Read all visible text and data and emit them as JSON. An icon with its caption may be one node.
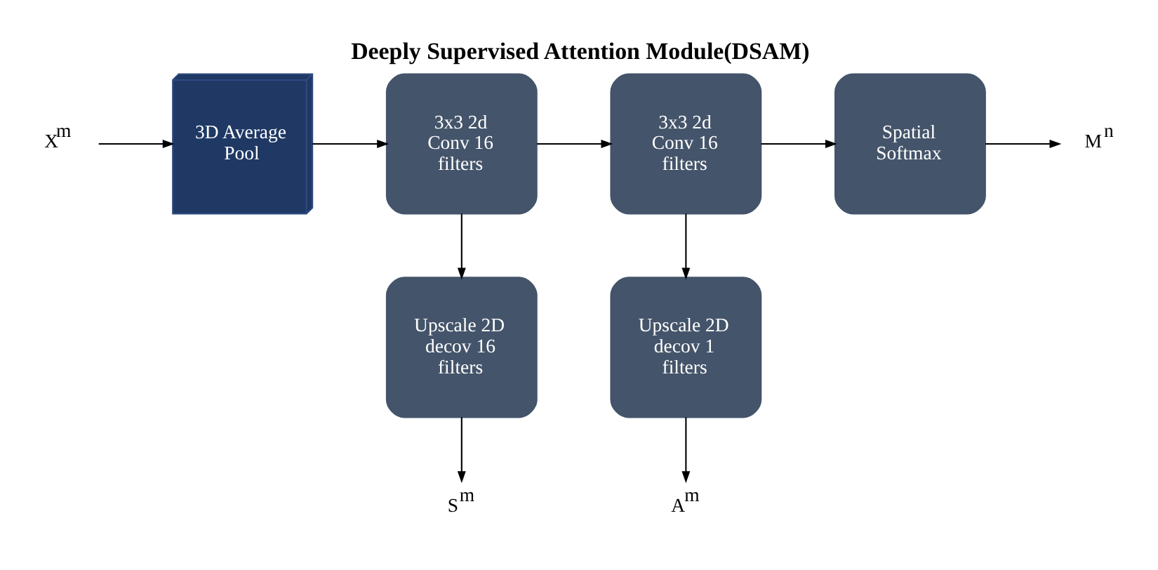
{
  "diagram": {
    "title": "Deeply Supervised Attention Module(DSAM)",
    "nodes": [
      {
        "text": [
          "X$^{m}$"
        ]
      },
      {
        "text": [
          "3D Average Pool"
        ]
      },
      {
        "text": [
          "3x3 2d Conv 16 filters"
        ]
      },
      {
        "text": [
          "3x3 2d Conv 16 filters"
        ]
      },
      {
        "text": [
          "Spatial Softmax"
        ]
      },
      {
        "text": [
          "M$^{n}$"
        ]
      },
      {
        "text": [
          "Upscale 2D decov 16 filters"
        ]
      },
      {
        "text": [
          "Upscale 2D decov 1 filters"
        ]
      },
      {
        "text": [
          "S$^{m}$"
        ]
      },
      {
        "text": [
          "A$^{m}$"
        ]
      }
    ],
    "edges": [
      {
        "from": 0,
        "to": 1,
        "arrow": "to"
      },
      {
        "from": 1,
        "to": 2,
        "arrow": "to"
      },
      {
        "from": 2,
        "to": 3,
        "arrow": "to"
      },
      {
        "from": 3,
        "to": 4,
        "arrow": "to"
      },
      {
        "from": 4,
        "to": 5,
        "arrow": "to"
      },
      {
        "from": 2,
        "to": 6,
        "arrow": "to"
      },
      {
        "from": 3,
        "to": 7,
        "arrow": "to"
      },
      {
        "from": 6,
        "to": 8,
        "arrow": "to"
      },
      {
        "from": 7,
        "to": 9,
        "arrow": "to"
      }
    ]
  }
}
